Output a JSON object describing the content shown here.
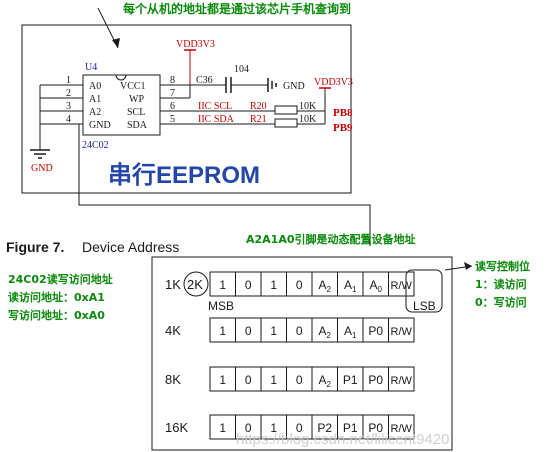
{
  "annotations": {
    "top_note": "每个从机的地址都是通过该芯片手机查询到",
    "a2a1a0_note": "A2A1A0引脚是动态配置设备地址",
    "rw_title": "读写控制位",
    "rw_read": "1：读访问",
    "rw_write": "0：写访问",
    "rw_title_pre": "24C02读写访问地址",
    "read_addr": "读访问地址：0xA1",
    "write_addr": "写访问地址：0xA0"
  },
  "schematic": {
    "part_ref": "U4",
    "part_name": "24C02",
    "pin_numbers_left": [
      "1",
      "2",
      "3",
      "4"
    ],
    "pin_names_left": [
      "A0",
      "A1",
      "A2",
      "GND"
    ],
    "pin_numbers_right": [
      "8",
      "7",
      "6",
      "5"
    ],
    "pin_names_right": [
      "VCC1",
      "WP",
      "SCL",
      "SDA"
    ],
    "vdd_top": "VDD3V3",
    "vdd_right": "VDD3V3",
    "cap_ref": "C36",
    "cap_value": "104",
    "gnd_cap": "GND",
    "gnd_left": "GND",
    "scl_net": "IIC  SCL",
    "sda_net": "IIC  SDA",
    "r_scl": "R20",
    "r_sda": "R21",
    "r_scl_val": "10K",
    "r_sda_val": "10K",
    "pb8": "PB8",
    "pb9": "PB9",
    "title": "串行EEPROM"
  },
  "figure": {
    "caption_bold": "Figure 7.",
    "caption_rest": "Device Address",
    "rows": [
      {
        "size": "1K",
        "badge": "2K",
        "cells": [
          "1",
          "0",
          "1",
          "0",
          "A2",
          "A1",
          "A0",
          "R/W"
        ]
      },
      {
        "size": "4K",
        "cells": [
          "1",
          "0",
          "1",
          "0",
          "A2",
          "A1",
          "P0",
          "R/W"
        ]
      },
      {
        "size": "8K",
        "cells": [
          "1",
          "0",
          "1",
          "0",
          "A2",
          "P1",
          "P0",
          "R/W"
        ]
      },
      {
        "size": "16K",
        "cells": [
          "1",
          "0",
          "1",
          "0",
          "P2",
          "P1",
          "P0",
          "R/W"
        ]
      }
    ],
    "msb": "MSB",
    "lsb": "LSB"
  },
  "watermark": "https://blog.csdn.net/lilicent9420",
  "colors": {
    "annotation_green": "#0a8a0a",
    "net_red": "#c00000",
    "pin_blue": "#1a1aa0",
    "title_blue": "#2446a8",
    "line_dark": "#1a1a1a"
  }
}
